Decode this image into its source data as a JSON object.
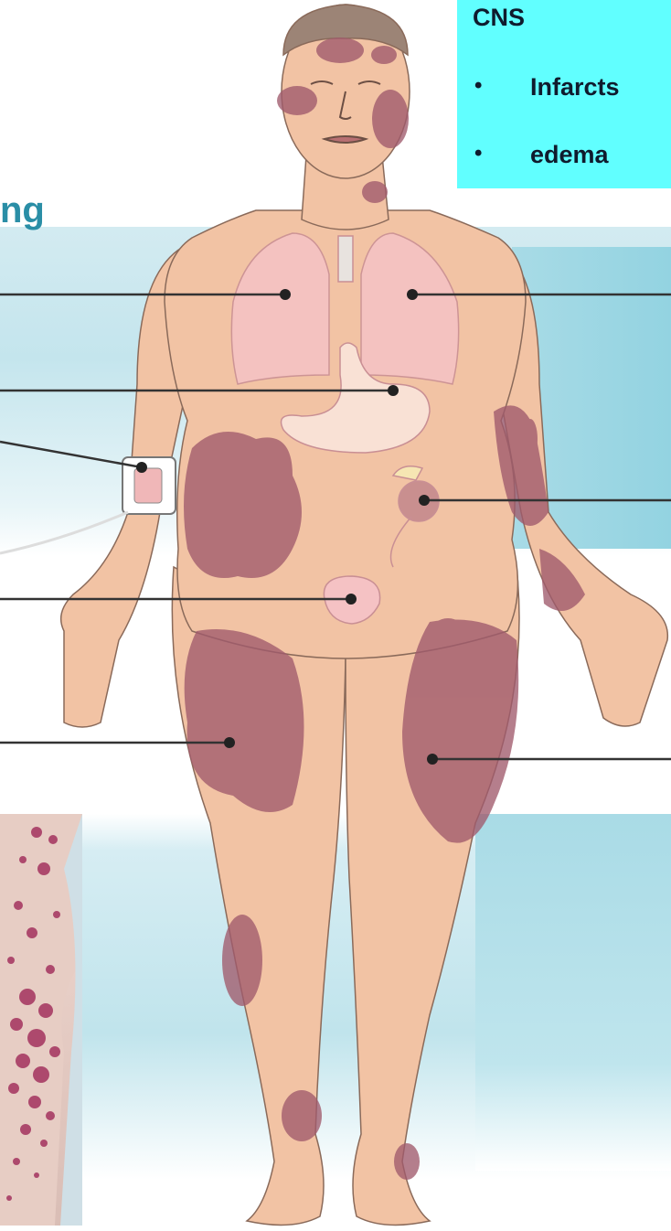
{
  "heading_fragment": "ng",
  "cns_box": {
    "title": "CNS",
    "items": [
      {
        "bullet": "•",
        "text": "Infarcts"
      },
      {
        "bullet": "•",
        "text": "edema"
      }
    ]
  },
  "colors": {
    "cns_box_bg": "#61ffff",
    "heading": "#2a8ea6",
    "skin": "#f2c3a4",
    "purpura": "#a05a6c",
    "organ": "#f5c2c4",
    "band_light": "#c4e5ed",
    "band_dark": "#93d3e1"
  },
  "icons": [
    "body-figure-illustration",
    "lung-icon",
    "stomach-icon",
    "kidney-icon",
    "bladder-icon",
    "iv-catheter-icon",
    "skin-rash-photo"
  ]
}
